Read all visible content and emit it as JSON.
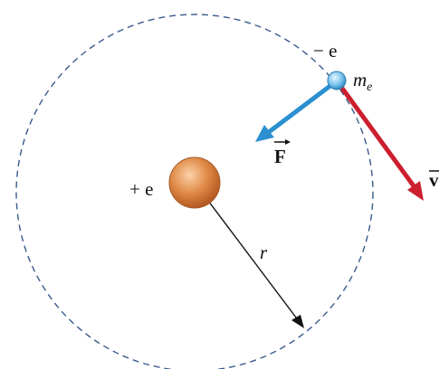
{
  "labels": {
    "nucleus_charge": "+ e",
    "electron_charge": "− e",
    "electron_mass_symbol": "m",
    "electron_mass_subscript": "e",
    "force_vector": "F",
    "velocity_vector": "v",
    "radius": "r"
  },
  "colors": {
    "orbit": "#3a5a8c",
    "nucleus_fill": "#e08a48",
    "electron_fill": "#7cc4ee",
    "force_arrow": "#2b8fd0",
    "velocity_arrow": "#cc1f2e",
    "radius_arrow": "#111111"
  },
  "icons": {
    "nucleus": "orange-sphere",
    "electron": "blue-sphere"
  }
}
